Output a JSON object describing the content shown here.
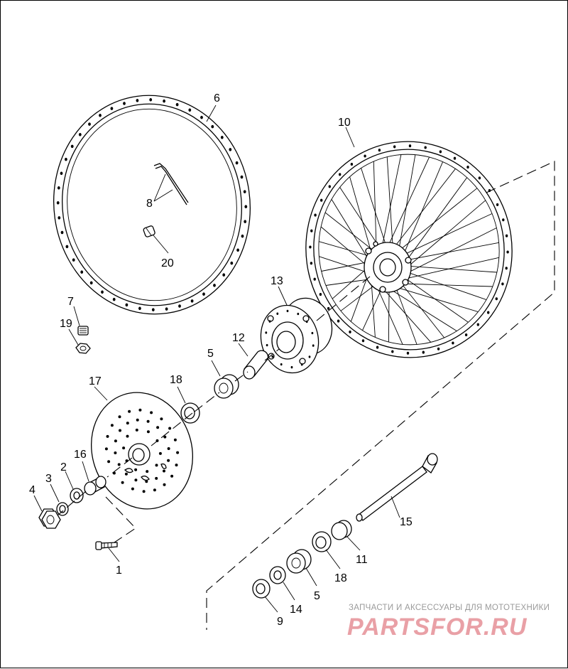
{
  "diagram": {
    "callouts": [
      {
        "id": "c1",
        "label": "1"
      },
      {
        "id": "c2",
        "label": "2"
      },
      {
        "id": "c3",
        "label": "3"
      },
      {
        "id": "c4",
        "label": "4"
      },
      {
        "id": "c5a",
        "label": "5"
      },
      {
        "id": "c5b",
        "label": "5"
      },
      {
        "id": "c6",
        "label": "6"
      },
      {
        "id": "c7",
        "label": "7"
      },
      {
        "id": "c8",
        "label": "8"
      },
      {
        "id": "c9",
        "label": "9"
      },
      {
        "id": "c10",
        "label": "10"
      },
      {
        "id": "c11",
        "label": "11"
      },
      {
        "id": "c12",
        "label": "12"
      },
      {
        "id": "c13",
        "label": "13"
      },
      {
        "id": "c14",
        "label": "14"
      },
      {
        "id": "c15",
        "label": "15"
      },
      {
        "id": "c16",
        "label": "16"
      },
      {
        "id": "c17",
        "label": "17"
      },
      {
        "id": "c18a",
        "label": "18"
      },
      {
        "id": "c18b",
        "label": "18"
      },
      {
        "id": "c19",
        "label": "19"
      },
      {
        "id": "c20",
        "label": "20"
      }
    ]
  },
  "watermark": {
    "tagline": "ЗАПЧАСТИ И АКСЕССУАРЫ ДЛЯ МОТОТЕХНИКИ",
    "brand": "PARTSFOR.RU"
  }
}
